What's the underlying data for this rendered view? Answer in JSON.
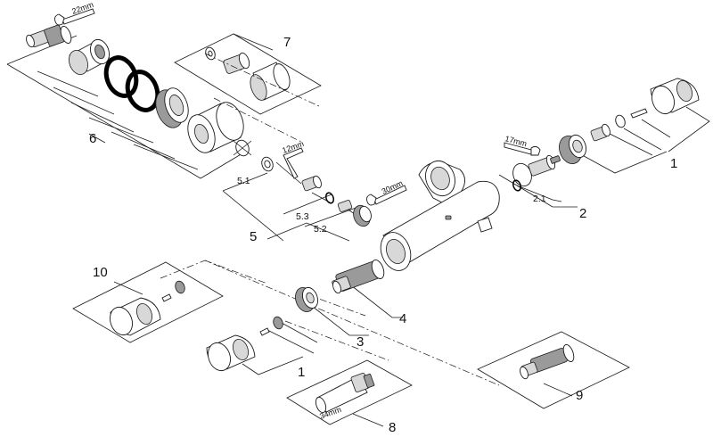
{
  "callouts": {
    "c1_upper": "1",
    "c1_lower": "1",
    "c2": "2",
    "c2_1": "2.1",
    "c3": "3",
    "c4": "4",
    "c5": "5",
    "c5_1": "5.1",
    "c5_2": "5.2",
    "c5_3": "5.3",
    "c6": "6",
    "c7": "7",
    "c8": "8",
    "c9": "9",
    "c10": "10"
  },
  "tools": {
    "wrench_22": "22mm",
    "hex_12": "12mm",
    "wrench_30": "30mm",
    "wrench_17": "17mm",
    "tool_34": "34mm"
  }
}
